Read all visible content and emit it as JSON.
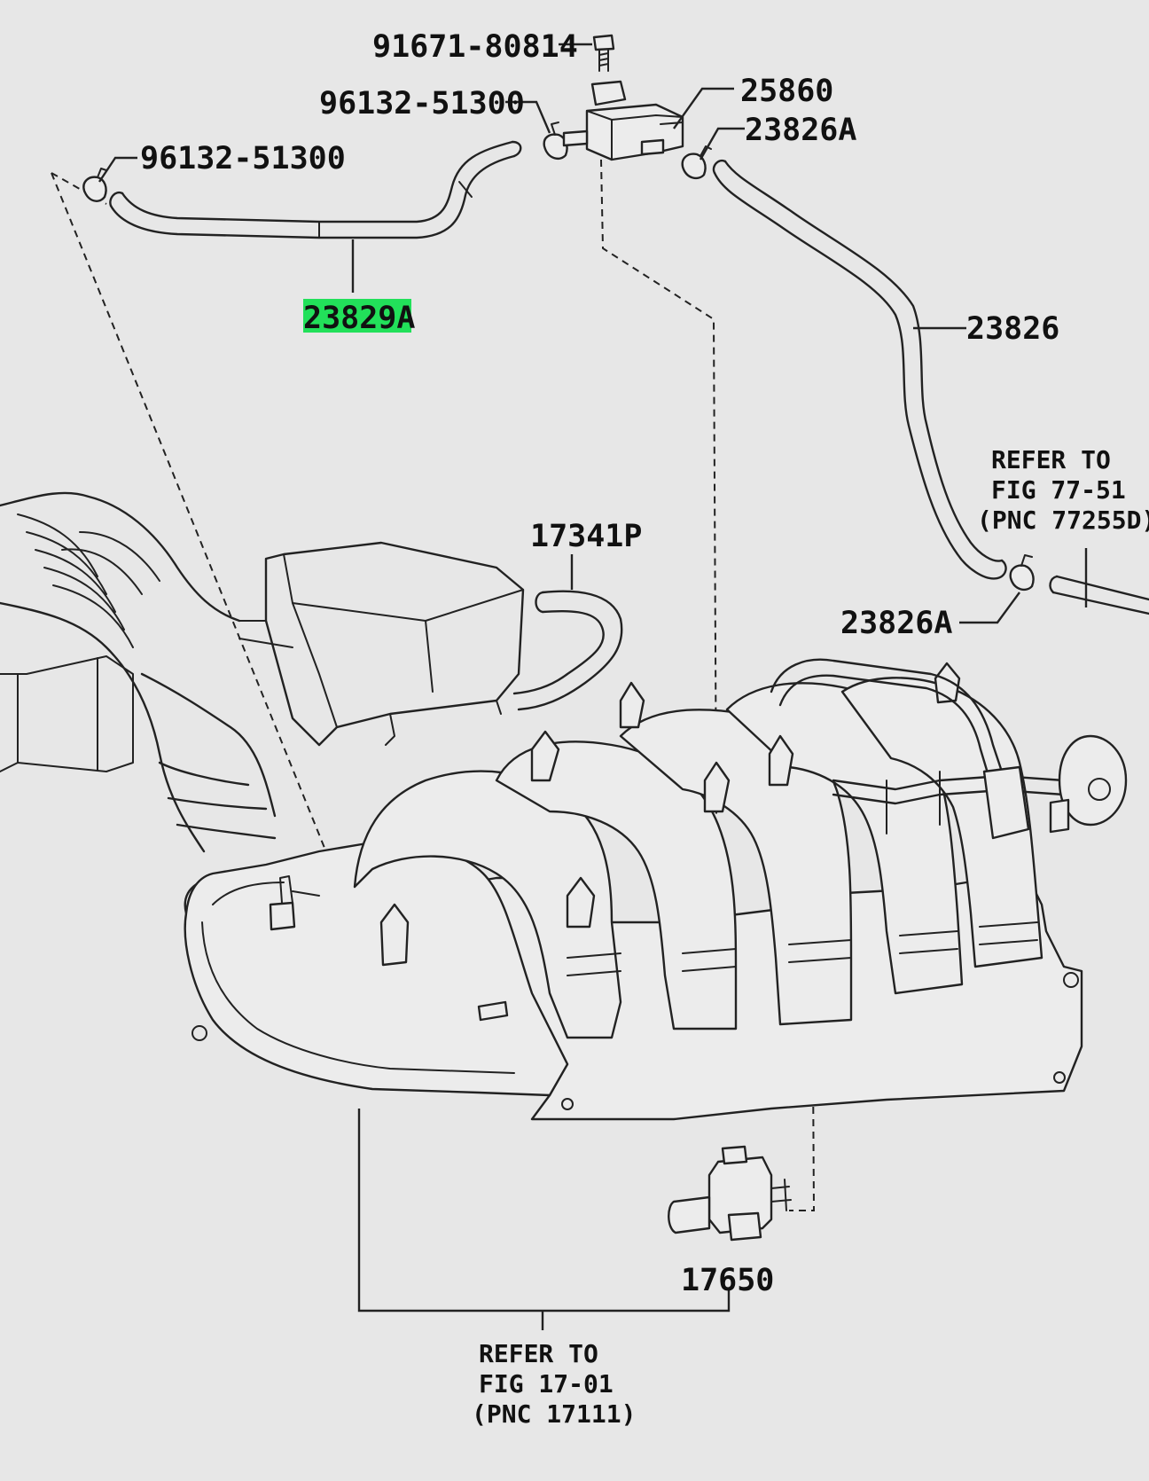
{
  "highlight_color": "#22e05a",
  "labels": {
    "bolt": "91671-80814",
    "clamp_upper": "96132-51300",
    "clamp_left": "96132-51300",
    "vsv_upper": "25860",
    "clamp_right_upper": "23826A",
    "hose_left": "23829A",
    "hose_right": "23826",
    "hose_small": "17341P",
    "clamp_right_lower": "23826A",
    "vsv_lower": "17650"
  },
  "refs": {
    "right": {
      "line1": "REFER TO",
      "line2": "FIG 77-51",
      "line3": "(PNC 77255D)"
    },
    "bottom": {
      "line1": "REFER TO",
      "line2": "FIG 17-01",
      "line3": "(PNC 17111)"
    }
  }
}
